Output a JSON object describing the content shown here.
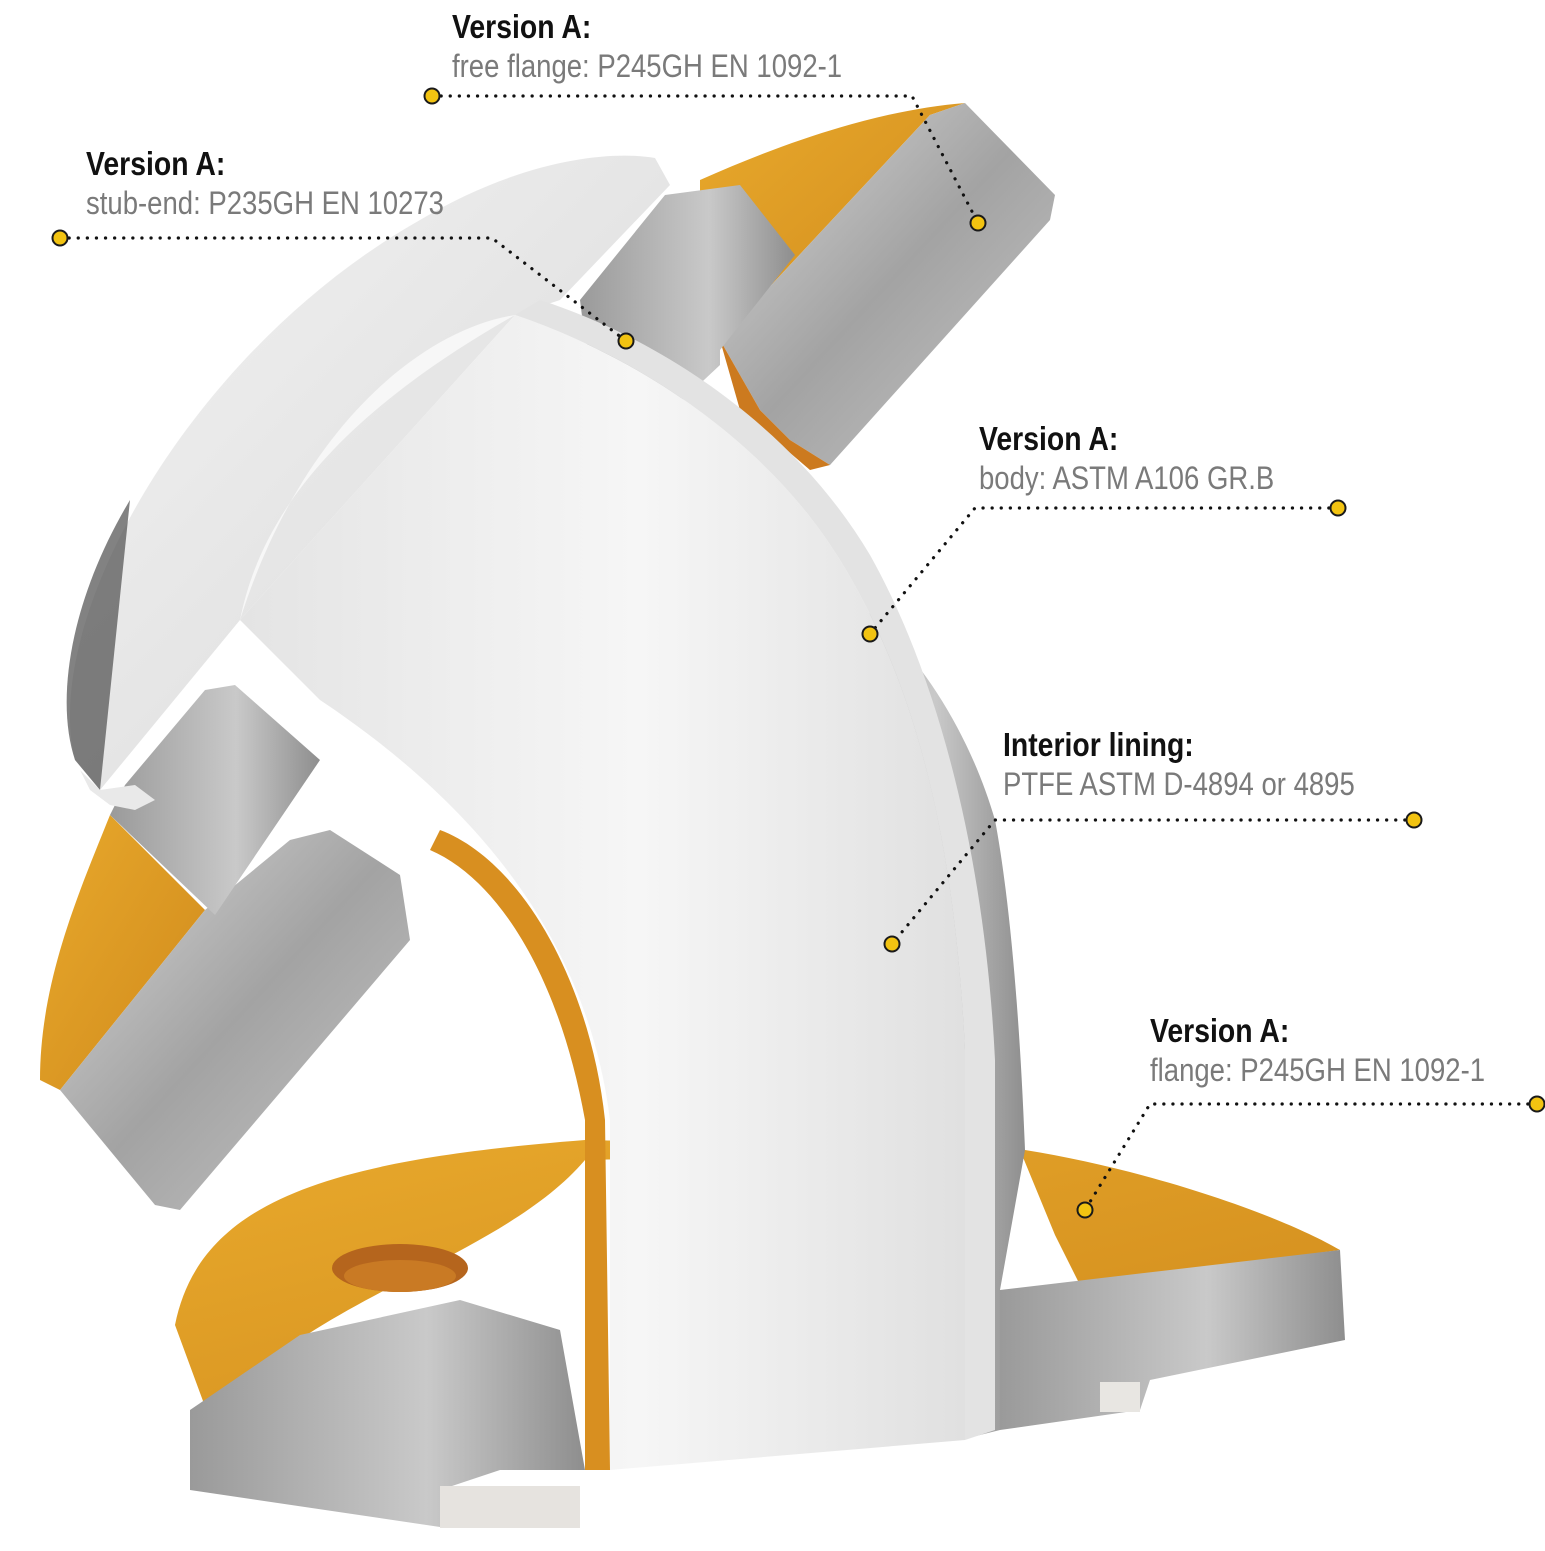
{
  "colors": {
    "marker_fill": "#f2c311",
    "flange_orange": "#e3a12a",
    "steel_gray": "#a9a9a9",
    "lining_white": "#eeeeee"
  },
  "callouts": {
    "free_flange": {
      "title": "Version A:",
      "description": "free flange: P245GH EN 1092-1"
    },
    "stub_end": {
      "title": "Version A:",
      "description": "stub-end: P235GH EN 10273"
    },
    "body": {
      "title": "Version A:",
      "description": "body: ASTM A106 GR.B"
    },
    "lining": {
      "title": "Interior lining:",
      "description": "PTFE ASTM D-4894 or 4895"
    },
    "flange": {
      "title": "Version A:",
      "description": "flange: P245GH EN 1092-1"
    }
  }
}
